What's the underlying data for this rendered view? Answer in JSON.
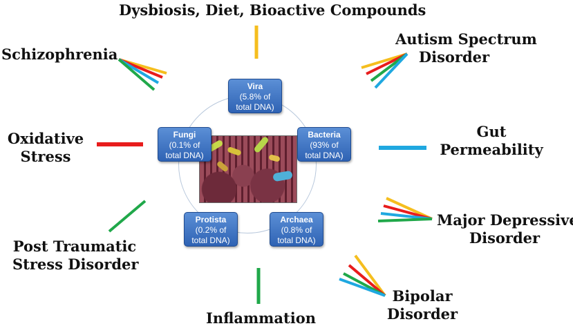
{
  "center": {
    "boxes": [
      {
        "key": "vira",
        "title": "Vira",
        "line1": "(5.8% of",
        "line2": "total DNA)"
      },
      {
        "key": "bacteria",
        "title": "Bacteria",
        "line1": "(93% of",
        "line2": "total DNA)"
      },
      {
        "key": "archaea",
        "title": "Archaea",
        "line1": "(0.8% of",
        "line2": "total DNA)"
      },
      {
        "key": "protista",
        "title": "Protista",
        "line1": "(0.2% of",
        "line2": "total DNA)"
      },
      {
        "key": "fungi",
        "title": "Fungi",
        "line1": "(0.1% of",
        "line2": "total DNA)"
      }
    ]
  },
  "labels": {
    "top": "Dysbiosis, Diet, Bioactive Compounds",
    "autism": [
      "Autism Spectrum",
      "Disorder"
    ],
    "gut": [
      "Gut",
      "Permeability"
    ],
    "mdd": [
      "Major Depressive",
      "Disorder"
    ],
    "bipolar": [
      "Bipolar",
      "Disorder"
    ],
    "inflammation": "Inflammation",
    "ptsd": [
      "Post Traumatic",
      "Stress Disorder"
    ],
    "oxidative": [
      "Oxidative",
      "Stress"
    ],
    "schizophrenia": "Schizophrenia"
  },
  "colors": {
    "yellow": "#f5be1e",
    "red": "#e81c1c",
    "blue": "#1fa8e0",
    "green": "#20a84a",
    "box_fill": "#3f74c4"
  }
}
